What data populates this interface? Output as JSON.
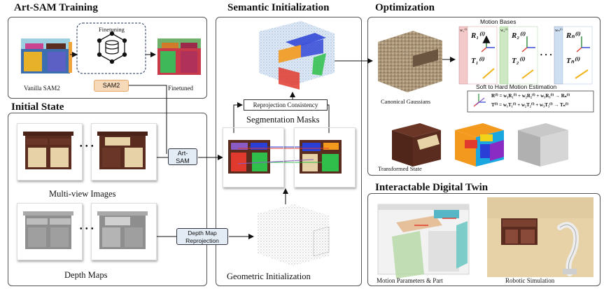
{
  "panels": {
    "artsam_training": {
      "title": "Art-SAM Training",
      "finetuning_label": "Finetuning",
      "sam2_label": "SAM2",
      "vanilla_label": "Vanilla SAM2",
      "finetuned_label": "Finetuned"
    },
    "initial_state": {
      "title": "Initial State",
      "multiview_label": "Multi-view Images",
      "depth_label": "Depth Maps",
      "ellipsis": "• • •"
    },
    "semantic_init": {
      "title": "Semantic Initialization",
      "reprojection_consistency": "Reprojection Consistency",
      "segmentation_masks": "Segmentation Masks",
      "geometric_init": "Geometric Initialization"
    },
    "optimization": {
      "title": "Optimization",
      "motion_bases": "Motion Bases",
      "canonical_gaussians": "Canonical Gaussians",
      "soft_to_hard": "Soft to Hard Motion Estimation",
      "transformed_state": "Transformed State",
      "ellipsis": "• • •",
      "formula_r": "R⁽ⁱ⁾ = w₁R₁⁽ⁱ⁾ + w₂R₂⁽ⁱ⁾ + w₃R₃⁽ⁱ⁾ → Rₙ⁽ⁱ⁾",
      "formula_t": "T⁽ⁱ⁾ = w₁T₁⁽ⁱ⁾ + w₂T₂⁽ⁱ⁾ + w₃T₃⁽ⁱ⁾ → Tₙ⁽ⁱ⁾",
      "bases": [
        {
          "w": "w₁⁽ⁱ⁾",
          "r": "R₁⁽ⁱ⁾",
          "t": "T₁⁽ⁱ⁾",
          "color": "#f3c9c9"
        },
        {
          "w": "w₂⁽ⁱ⁾",
          "r": "R₂⁽ⁱ⁾",
          "t": "T₂⁽ⁱ⁾",
          "color": "#cfe8c4"
        },
        {
          "w": "wₙ⁽ⁱ⁾",
          "r": "Rₙ⁽ⁱ⁾",
          "t": "Tₙ⁽ⁱ⁾",
          "color": "#cddff0"
        }
      ]
    },
    "digital_twin": {
      "title": "Interactable Digital Twin",
      "motion_params": "Motion Parameters & Part",
      "robotic_sim": "Robotic Simulation"
    }
  },
  "connectors": {
    "art_sam": "Art-\nSAM",
    "depth_reprojection": "Depth Map\nReprojection"
  },
  "colors": {
    "cabinet_wood": "#5a2b1f",
    "panel_beige": "#e6d2a6",
    "seg_red": "#e03a2e",
    "seg_blue": "#2a3fd6",
    "seg_green": "#2fbf4a",
    "seg_orange": "#f39a1e",
    "seg_purple": "#8a5bc4",
    "pill_bg": "#e3ecf5"
  }
}
